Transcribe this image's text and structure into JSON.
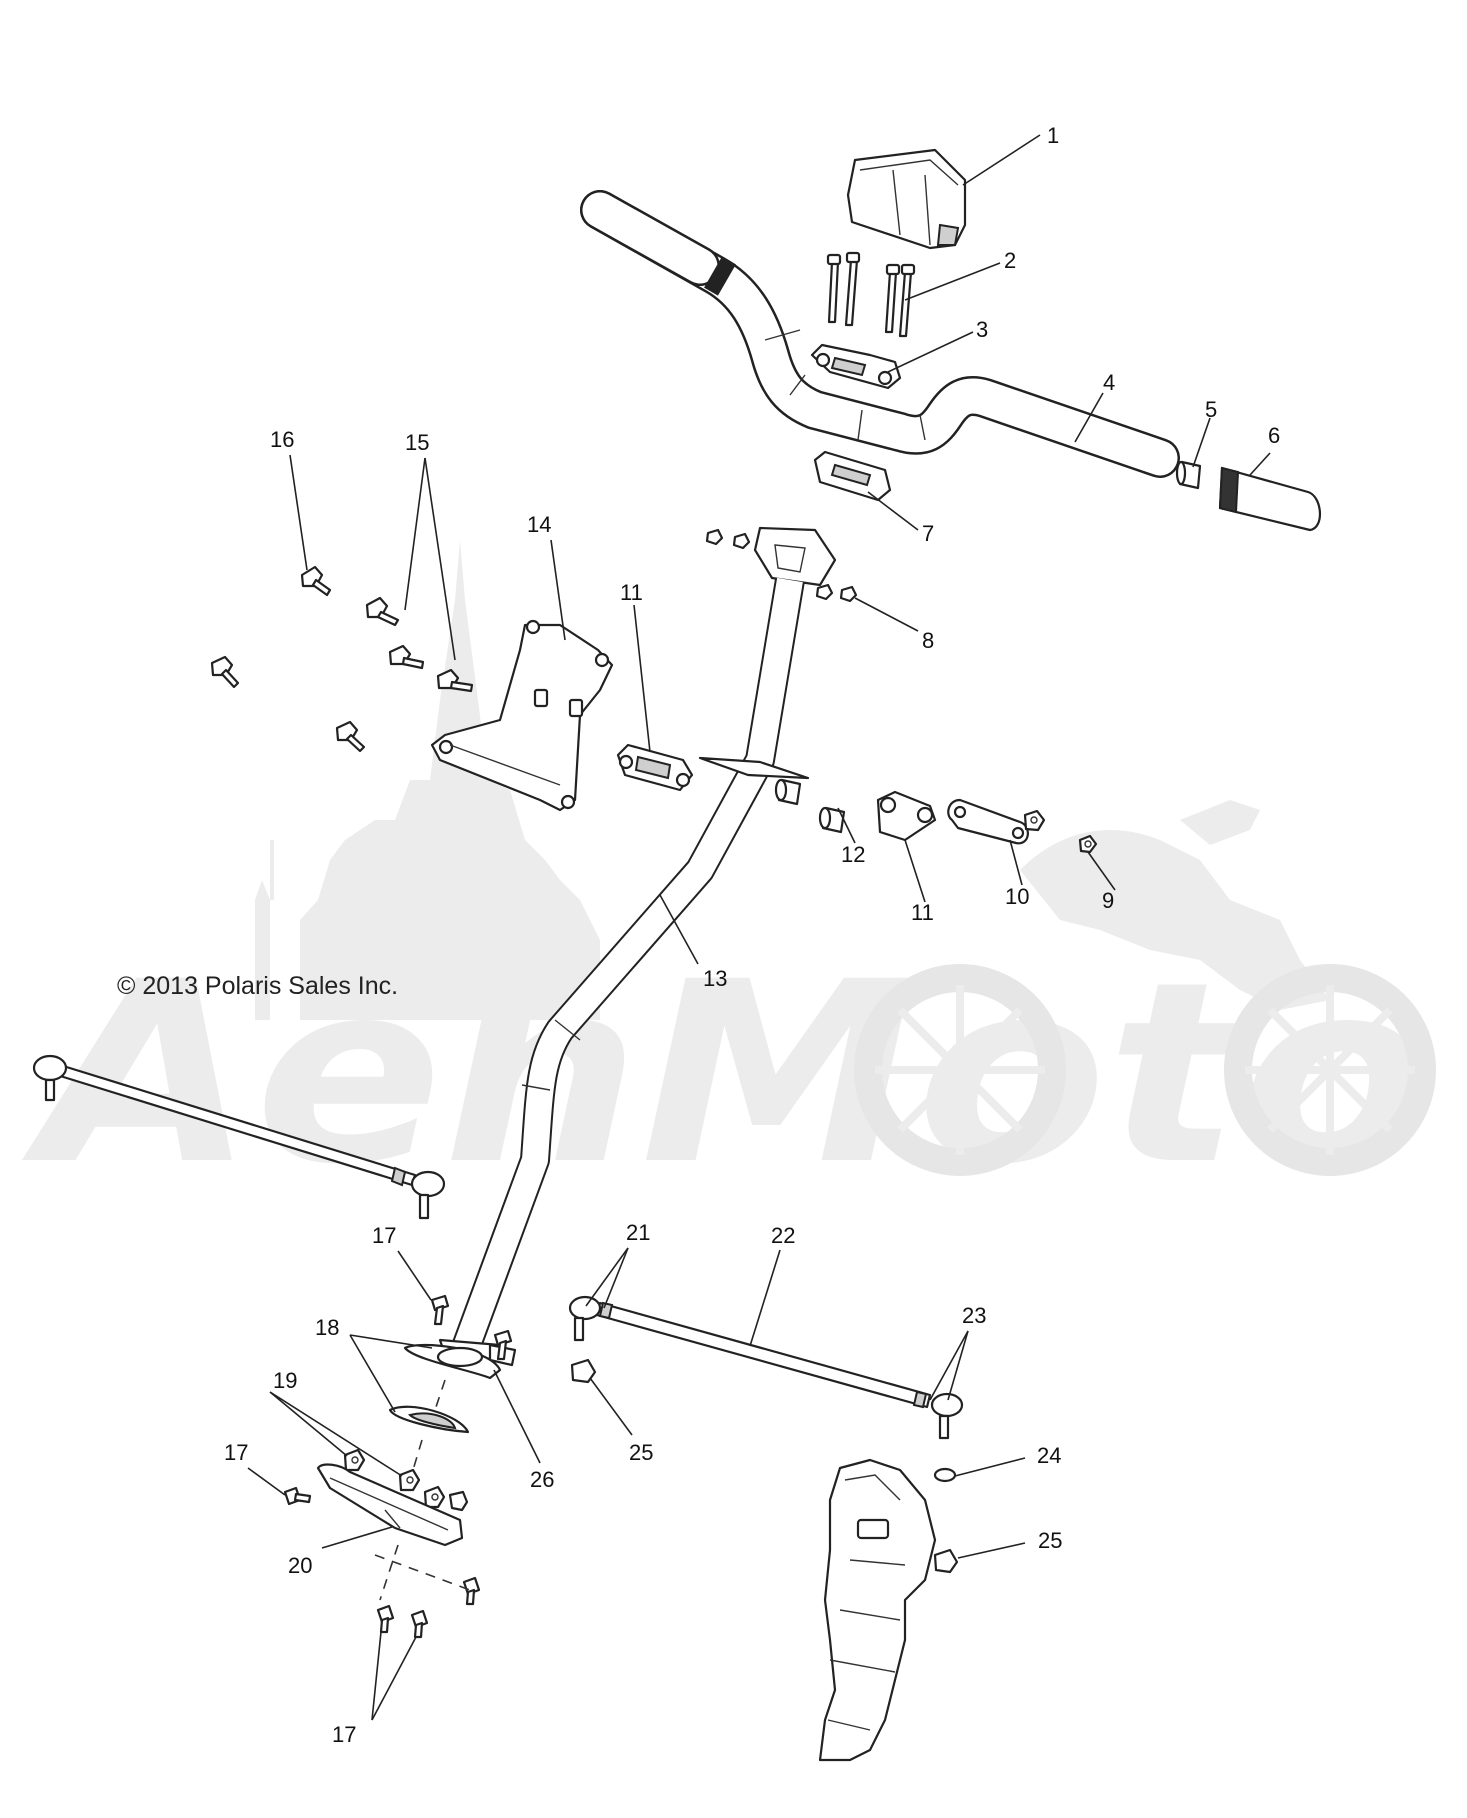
{
  "diagram": {
    "copyright": "© 2013 Polaris Sales Inc.",
    "watermark_text": "AehMoto",
    "callouts": [
      "1",
      "2",
      "3",
      "4",
      "5",
      "6",
      "7",
      "8",
      "9",
      "10",
      "11",
      "11",
      "12",
      "13",
      "14",
      "15",
      "16",
      "17",
      "17",
      "17",
      "18",
      "19",
      "20",
      "21",
      "22",
      "23",
      "24",
      "25",
      "25",
      "26"
    ]
  }
}
